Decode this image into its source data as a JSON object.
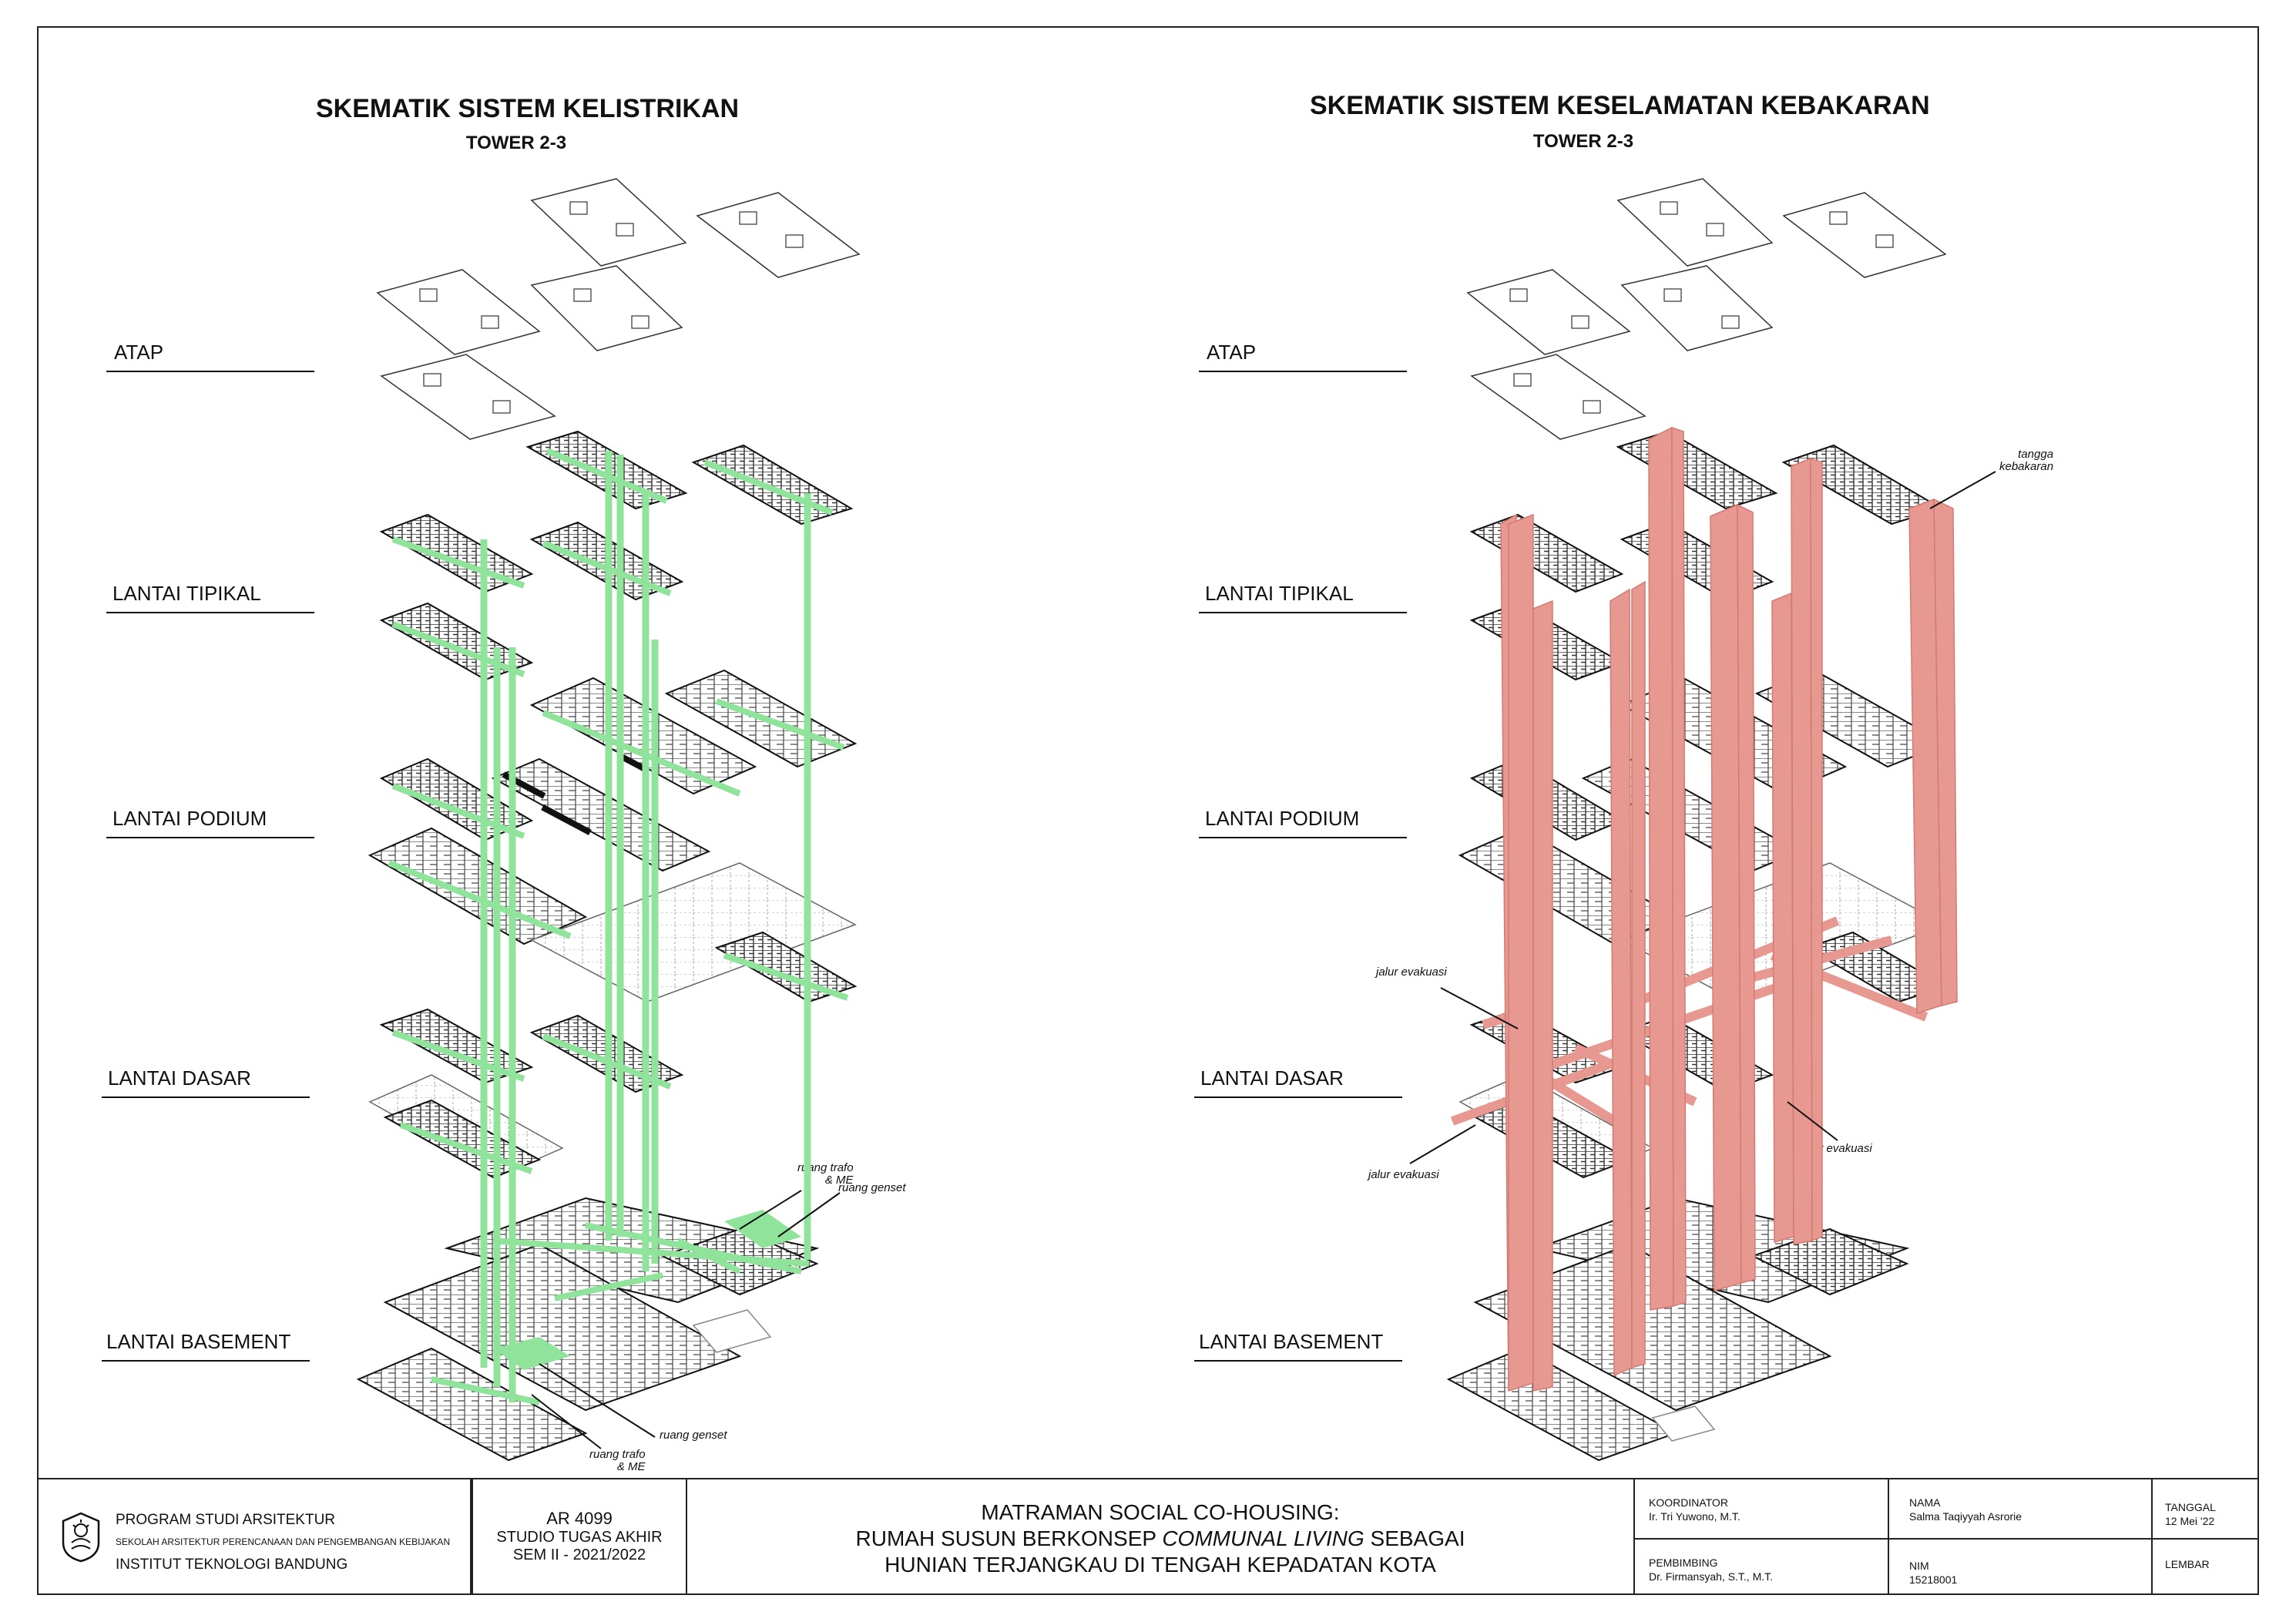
{
  "left": {
    "title": "SKEMATIK SISTEM KELISTRIKAN",
    "subtitle": "TOWER 2-3",
    "annotations": {
      "trafo_top": "ruang trafo\n& ME",
      "genset_top": "ruang genset",
      "genset_bottom": "ruang genset",
      "trafo_bottom": "ruang trafo\n& ME"
    },
    "system_color": "#8fe39a"
  },
  "right": {
    "title": "SKEMATIK SISTEM KESELAMATAN KEBAKARAN",
    "subtitle": "TOWER 2-3",
    "annotations": {
      "tangga": "tangga\nkebakaran",
      "jalur1": "jalur evakuasi",
      "jalur2": "jalur evakuasi",
      "jalur3": "jalur evakuasi"
    },
    "system_color": "#e79891"
  },
  "levels": [
    "ATAP",
    "LANTAI TIPIKAL",
    "LANTAI PODIUM",
    "LANTAI DASAR",
    "LANTAI BASEMENT"
  ],
  "titleblock": {
    "program": "PROGRAM STUDI ARSITEKTUR",
    "school": "SEKOLAH ARSITEKTUR PERENCANAAN DAN PENGEMBANGAN KEBIJAKAN",
    "institute": "INSTITUT TEKNOLOGI BANDUNG",
    "course_code": "AR 4099",
    "course_name": "STUDIO TUGAS AKHIR",
    "semester": "SEM II - 2021/2022",
    "project_line1": "MATRAMAN SOCIAL CO-HOUSING:",
    "project_line2a": "RUMAH SUSUN BERKONSEP ",
    "project_line2b": "COMMUNAL LIVING",
    "project_line2c": " SEBAGAI",
    "project_line3": "HUNIAN TERJANGKAU DI TENGAH KEPADATAN KOTA",
    "koordinator_label": "KOORDINATOR",
    "koordinator": "Ir. Tri Yuwono, M.T.",
    "pembimbing_label": "PEMBIMBING",
    "pembimbing": "Dr. Firmansyah, S.T., M.T.",
    "nama_label": "NAMA",
    "nama": "Salma Taqiyyah Asrorie",
    "nim_label": "NIM",
    "nim": "15218001",
    "tanggal_label": "TANGGAL",
    "tanggal": "12 Mei '22",
    "lembar_label": "LEMBAR"
  }
}
